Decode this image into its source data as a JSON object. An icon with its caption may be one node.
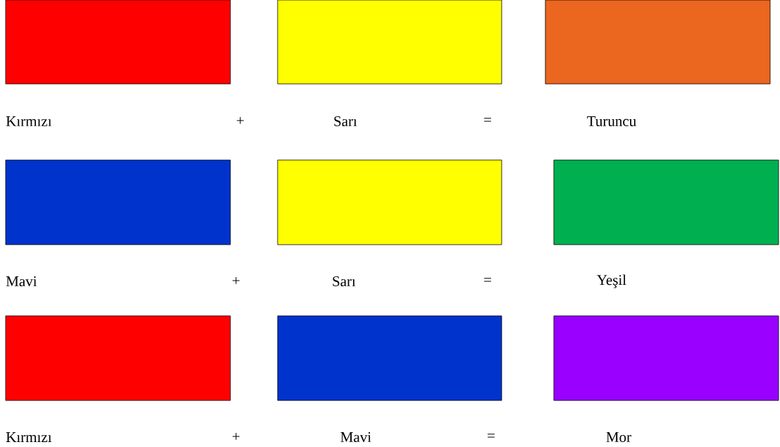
{
  "diagram": {
    "labels": [
      "+",
      "=",
      "+",
      "=",
      "+",
      "="
    ],
    "legend": [
      {
        "text": "Kırmızı",
        "color": "#ff0000"
      },
      {
        "text": "Sarı",
        "color": "#ffff00"
      },
      {
        "text": "Turuncu",
        "color": "#eb661f"
      },
      {
        "text": "Mavi",
        "color": "#0033cc"
      },
      {
        "text": "Sarı",
        "color": "#ffff00"
      },
      {
        "text": "Yeşil",
        "color": "#00b050"
      },
      {
        "text": "Kırmızı",
        "color": "#ff0000"
      },
      {
        "text": "Mavi",
        "color": "#0033cc"
      },
      {
        "text": "Mor",
        "color": "#9900ff"
      }
    ]
  }
}
